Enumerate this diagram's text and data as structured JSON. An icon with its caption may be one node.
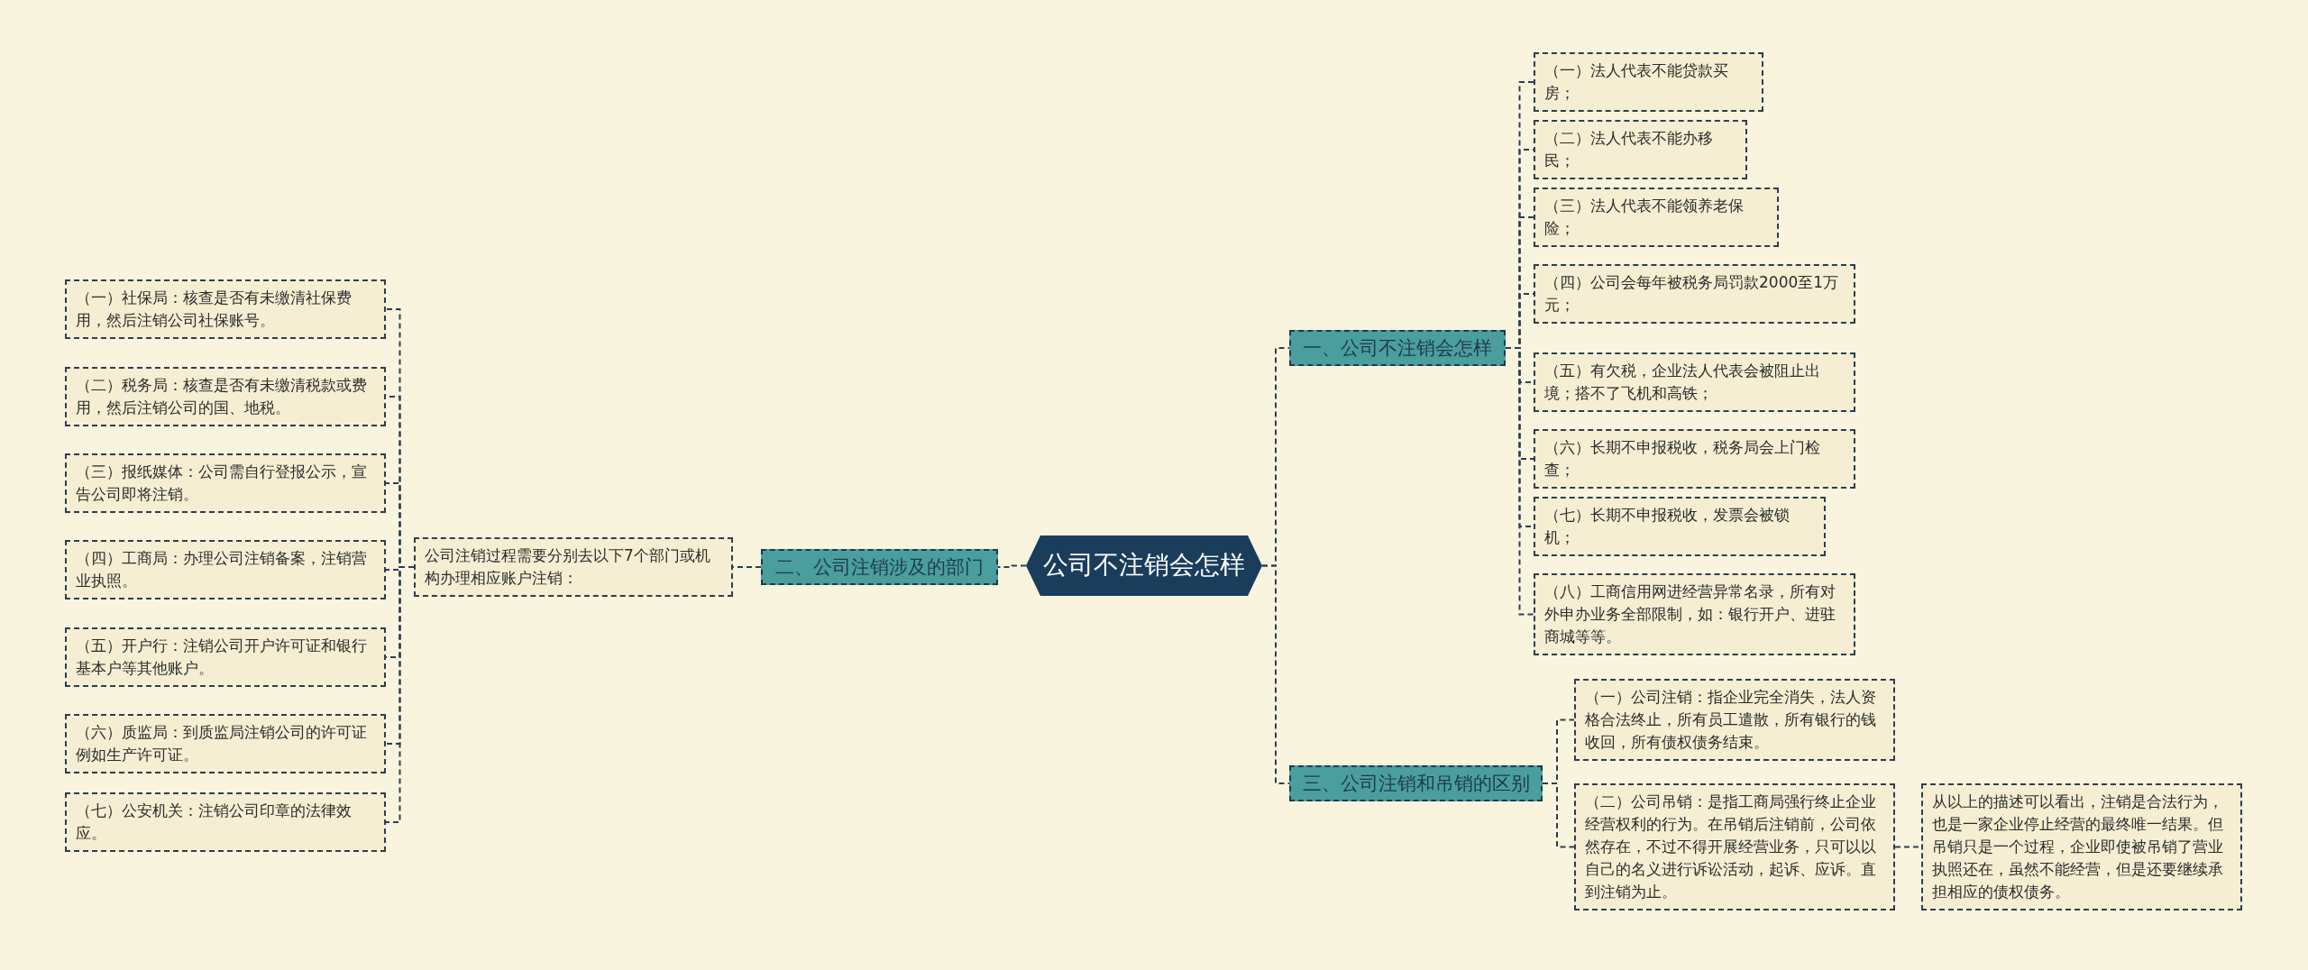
{
  "diagram": {
    "nodes": [
      {
        "text": [
          "公司不注销会怎样"
        ]
      },
      {
        "text": [
          "一、公司不注销会怎样"
        ]
      },
      {
        "text": [
          "（一）法人代表不能贷款买房；"
        ]
      },
      {
        "text": [
          "（二）法人代表不能办移民；"
        ]
      },
      {
        "text": [
          "（三）法人代表不能领养老保险；"
        ]
      },
      {
        "text": [
          "（四）公司会每年被税务局罚款2000至1万元；"
        ]
      },
      {
        "text": [
          "（五）有欠税，企业法人代表会被阻止出境；搭不了飞机和高铁；"
        ]
      },
      {
        "text": [
          "（六）长期不申报税收，税务局会上门检查；"
        ]
      },
      {
        "text": [
          "（七）长期不申报税收，发票会被锁机；"
        ]
      },
      {
        "text": [
          "（八）工商信用网进经营异常名录，所有对外申办业务全部限制，如：银行开户、进驻商城等等。"
        ]
      },
      {
        "text": [
          "二、公司注销涉及的部门"
        ]
      },
      {
        "text": [
          "公司注销过程需要分别去以下7个部门或机构办理相应账户注销："
        ]
      },
      {
        "text": [
          "（一）社保局：核查是否有未缴清社保费用，然后注销公司社保账号。"
        ]
      },
      {
        "text": [
          "（二）税务局：核查是否有未缴清税款或费用，然后注销公司的国、地税。"
        ]
      },
      {
        "text": [
          "（三）报纸媒体：公司需自行登报公示，宣告公司即将注销。"
        ]
      },
      {
        "text": [
          "（四）工商局：办理公司注销备案，注销营业执照。"
        ]
      },
      {
        "text": [
          "（五）开户行：注销公司开户许可证和银行基本户等其他账户。"
        ]
      },
      {
        "text": [
          "（六）质监局：到质监局注销公司的许可证例如生产许可证。"
        ]
      },
      {
        "text": [
          "（七）公安机关：注销公司印章的法律效应。"
        ]
      },
      {
        "text": [
          "三、公司注销和吊销的区别"
        ]
      },
      {
        "text": [
          "（一）公司注销：指企业完全消失，法人资格合法终止，所有员工遣散，所有银行的钱收回，所有债权债务结束。"
        ]
      },
      {
        "text": [
          "（二）公司吊销：是指工商局强行终止企业经营权利的行为。在吊销后注销前，公司依然存在，不过不得开展经营业务，只可以以自己的名义进行诉讼活动，起诉、应诉。直到注销为止。"
        ]
      },
      {
        "text": [
          "从以上的描述可以看出，注销是合法行为，也是一家企业停止经营的最终唯一结果。但吊销只是一个过程，企业即使被吊销了营业执照还在，虽然不能经营，但是还要继续承担相应的债权债务。"
        ]
      }
    ],
    "edges": [
      {
        "from": 0,
        "to": 1,
        "arrow": "none"
      },
      {
        "from": 1,
        "to": 2,
        "arrow": "none"
      },
      {
        "from": 1,
        "to": 3,
        "arrow": "none"
      },
      {
        "from": 1,
        "to": 4,
        "arrow": "none"
      },
      {
        "from": 1,
        "to": 5,
        "arrow": "none"
      },
      {
        "from": 1,
        "to": 6,
        "arrow": "none"
      },
      {
        "from": 1,
        "to": 7,
        "arrow": "none"
      },
      {
        "from": 1,
        "to": 8,
        "arrow": "none"
      },
      {
        "from": 1,
        "to": 9,
        "arrow": "none"
      },
      {
        "from": 0,
        "to": 10,
        "arrow": "none"
      },
      {
        "from": 10,
        "to": 11,
        "arrow": "none"
      },
      {
        "from": 11,
        "to": 12,
        "arrow": "none"
      },
      {
        "from": 11,
        "to": 13,
        "arrow": "none"
      },
      {
        "from": 11,
        "to": 14,
        "arrow": "none"
      },
      {
        "from": 11,
        "to": 15,
        "arrow": "none"
      },
      {
        "from": 11,
        "to": 16,
        "arrow": "none"
      },
      {
        "from": 11,
        "to": 17,
        "arrow": "none"
      },
      {
        "from": 11,
        "to": 18,
        "arrow": "none"
      },
      {
        "from": 0,
        "to": 19,
        "arrow": "none"
      },
      {
        "from": 19,
        "to": 20,
        "arrow": "none"
      },
      {
        "from": 19,
        "to": 21,
        "arrow": "none"
      },
      {
        "from": 21,
        "to": 22,
        "arrow": "none"
      }
    ]
  }
}
